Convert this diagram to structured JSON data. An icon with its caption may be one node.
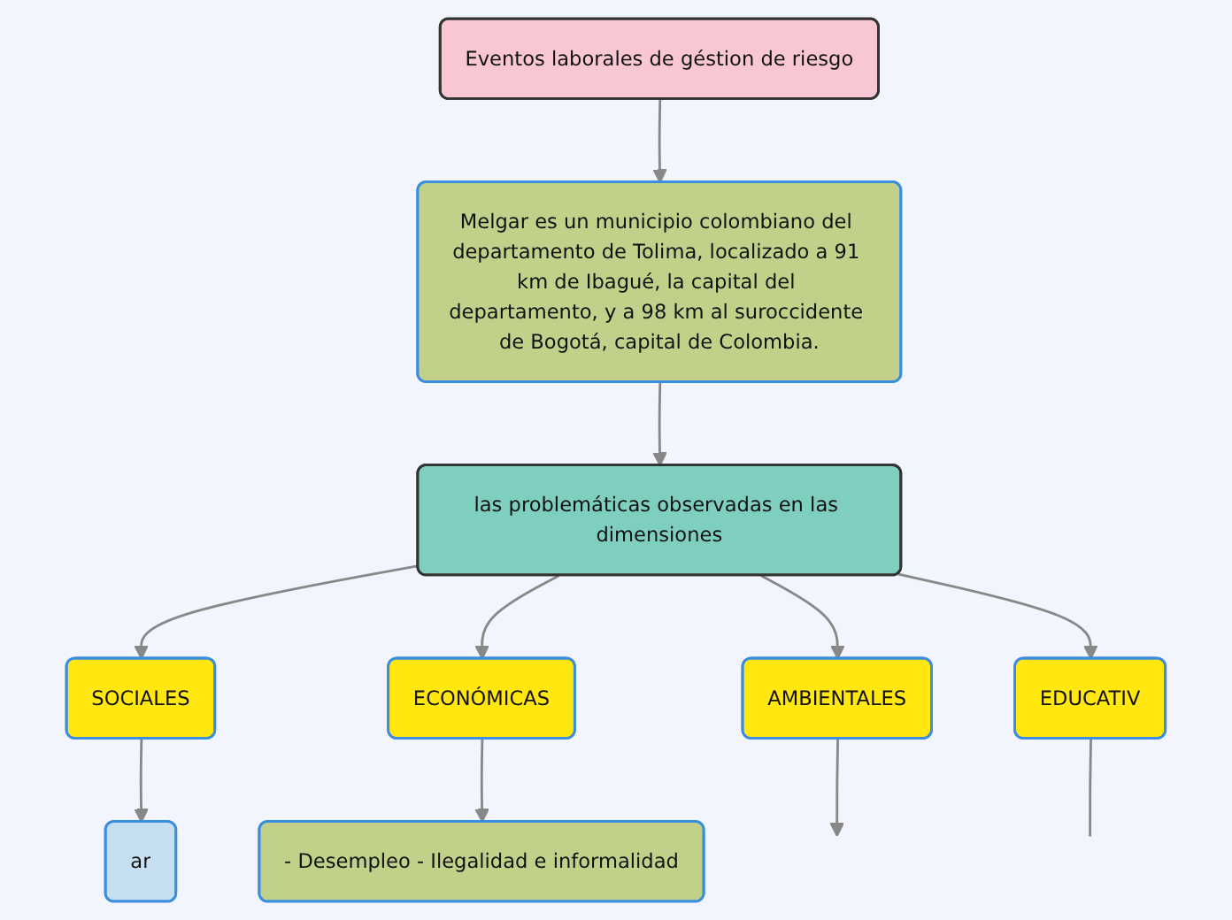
{
  "diagram": {
    "nodes": [
      {
        "text": [
          "Eventos laborales de géstion de riesgo"
        ]
      },
      {
        "text": [
          "Melgar es un municipio colombiano del departamento de Tolima, localizado a 91 km de Ibagué, la capital del departamento, y a 98 km al suroccidente de Bogotá, capital de Colombia."
        ]
      },
      {
        "text": [
          "las problemáticas observadas en las dimensiones"
        ]
      },
      {
        "text": [
          "SOCIALES"
        ]
      },
      {
        "text": [
          "ECONÓMICAS"
        ]
      },
      {
        "text": [
          "AMBIENTALES"
        ]
      },
      {
        "text": [
          "EDUCATIV"
        ]
      },
      {
        "text": [
          "ar"
        ]
      },
      {
        "text": [
          "- Desempleo - Ilegalidad e informalidad"
        ]
      }
    ],
    "edges": [
      {
        "from": 0,
        "to": 1,
        "arrow": "to"
      },
      {
        "from": 1,
        "to": 2,
        "arrow": "to"
      },
      {
        "from": 2,
        "to": 3,
        "arrow": "to"
      },
      {
        "from": 2,
        "to": 4,
        "arrow": "to"
      },
      {
        "from": 2,
        "to": 5,
        "arrow": "to"
      },
      {
        "from": 2,
        "to": 6,
        "arrow": "to"
      },
      {
        "from": 3,
        "to": 7,
        "arrow": "to"
      },
      {
        "from": 4,
        "to": 8,
        "arrow": "to"
      },
      {
        "from": 5,
        "to": null,
        "arrow": "to"
      },
      {
        "from": 6,
        "to": null,
        "arrow": "none"
      }
    ]
  }
}
